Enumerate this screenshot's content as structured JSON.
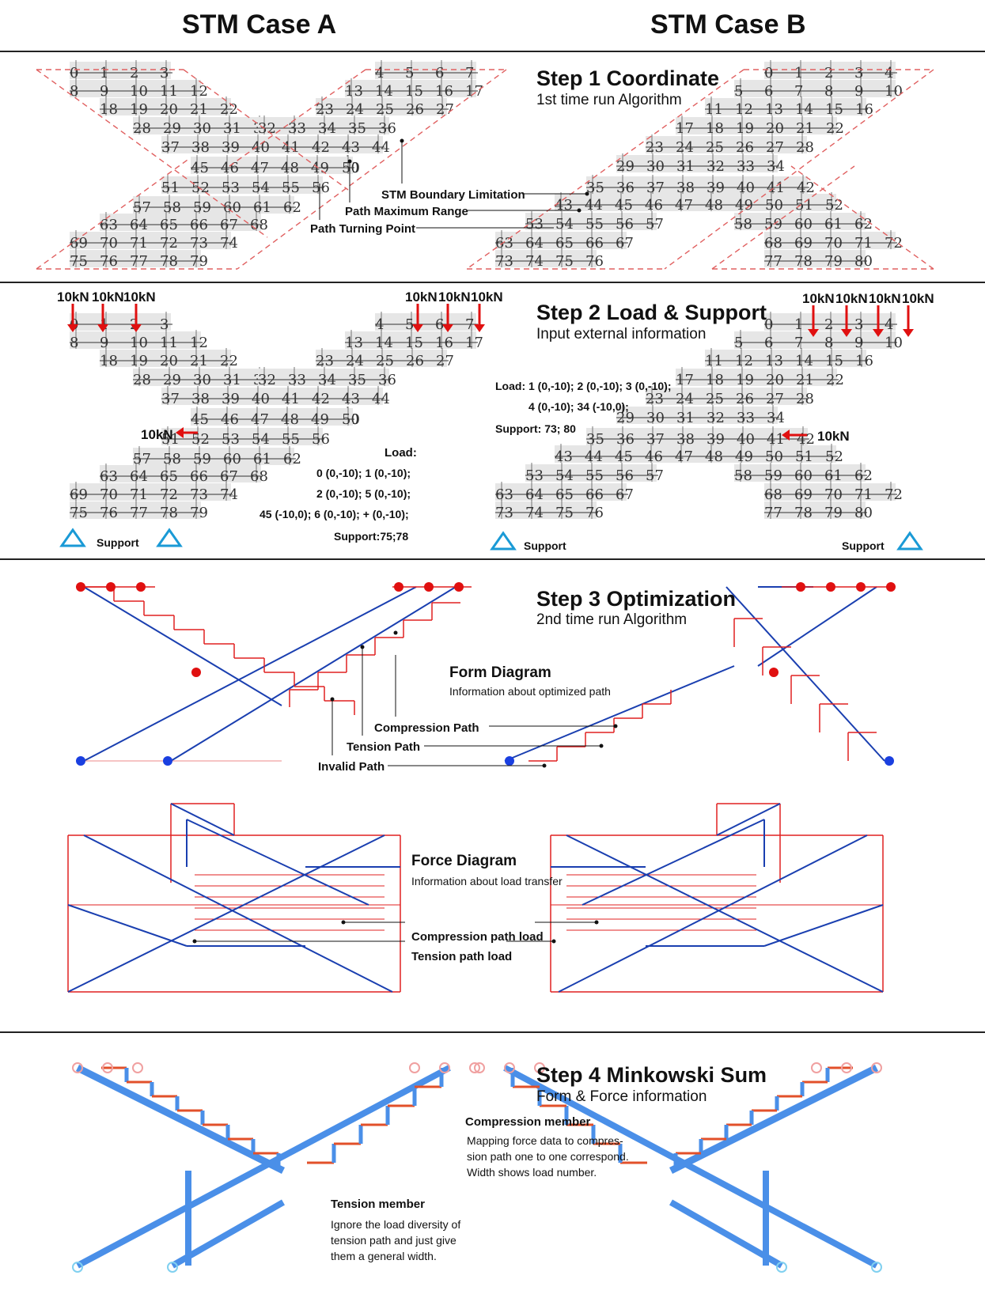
{
  "headers": {
    "case_a": "STM Case A",
    "case_b": "STM Case B"
  },
  "step1": {
    "title": "Step 1 Coordinate",
    "subtitle": "1st time run Algorithm",
    "callouts": {
      "boundary": "STM Boundary Limitation",
      "max_range": "Path Maximum Range",
      "turning": "Path Turning Point"
    }
  },
  "step2": {
    "title": "Step 2 Load & Support",
    "subtitle": "Input external information",
    "force_label": "10kN",
    "support_label": "Support",
    "case_a": {
      "load_title": "Load:",
      "load_lines": [
        "0 (0,-10); 1 (0,-10);",
        "2 (0,-10); 5 (0,-10);",
        "45 (-10,0); 6 (0,-10); + (0,-10);"
      ],
      "support": "Support:75;78"
    },
    "case_b": {
      "load_lines": [
        "Load: 1 (0,-10);  2 (0,-10);  3 (0,-10);",
        "4 (0,-10);  34 (-10,0);"
      ],
      "support": "Support: 73; 80"
    }
  },
  "step3": {
    "title": "Step 3 Optimization",
    "subtitle": "2nd time run Algorithm",
    "form_title": "Form Diagram",
    "form_sub": "Information about optimized path",
    "compression_path": "Compression Path",
    "tension_path": "Tension Path",
    "invalid_path": "Invalid Path",
    "force_title": "Force Diagram",
    "force_sub": "Information about load transfer",
    "compression_load": "Compression path load",
    "tension_load": "Tension path load"
  },
  "step4": {
    "title": "Step 4 Minkowski Sum",
    "subtitle": "Form & Force information",
    "comp_title": "Compression member",
    "comp_text": [
      "Mapping force data to compres-",
      "sion path one to one correspond.",
      "Width shows load number."
    ],
    "tens_title": "Tension member",
    "tens_text": [
      "Ignore the load diversity of",
      "tension path and just give",
      "them a general width."
    ]
  },
  "colors": {
    "tension": "#e02020",
    "compression": "#1a3fb0",
    "minkowski_comp": "#4a8fe8",
    "minkowski_tens": "#e2502a",
    "support": "#1a9ad6",
    "boundary": "#e06060"
  }
}
